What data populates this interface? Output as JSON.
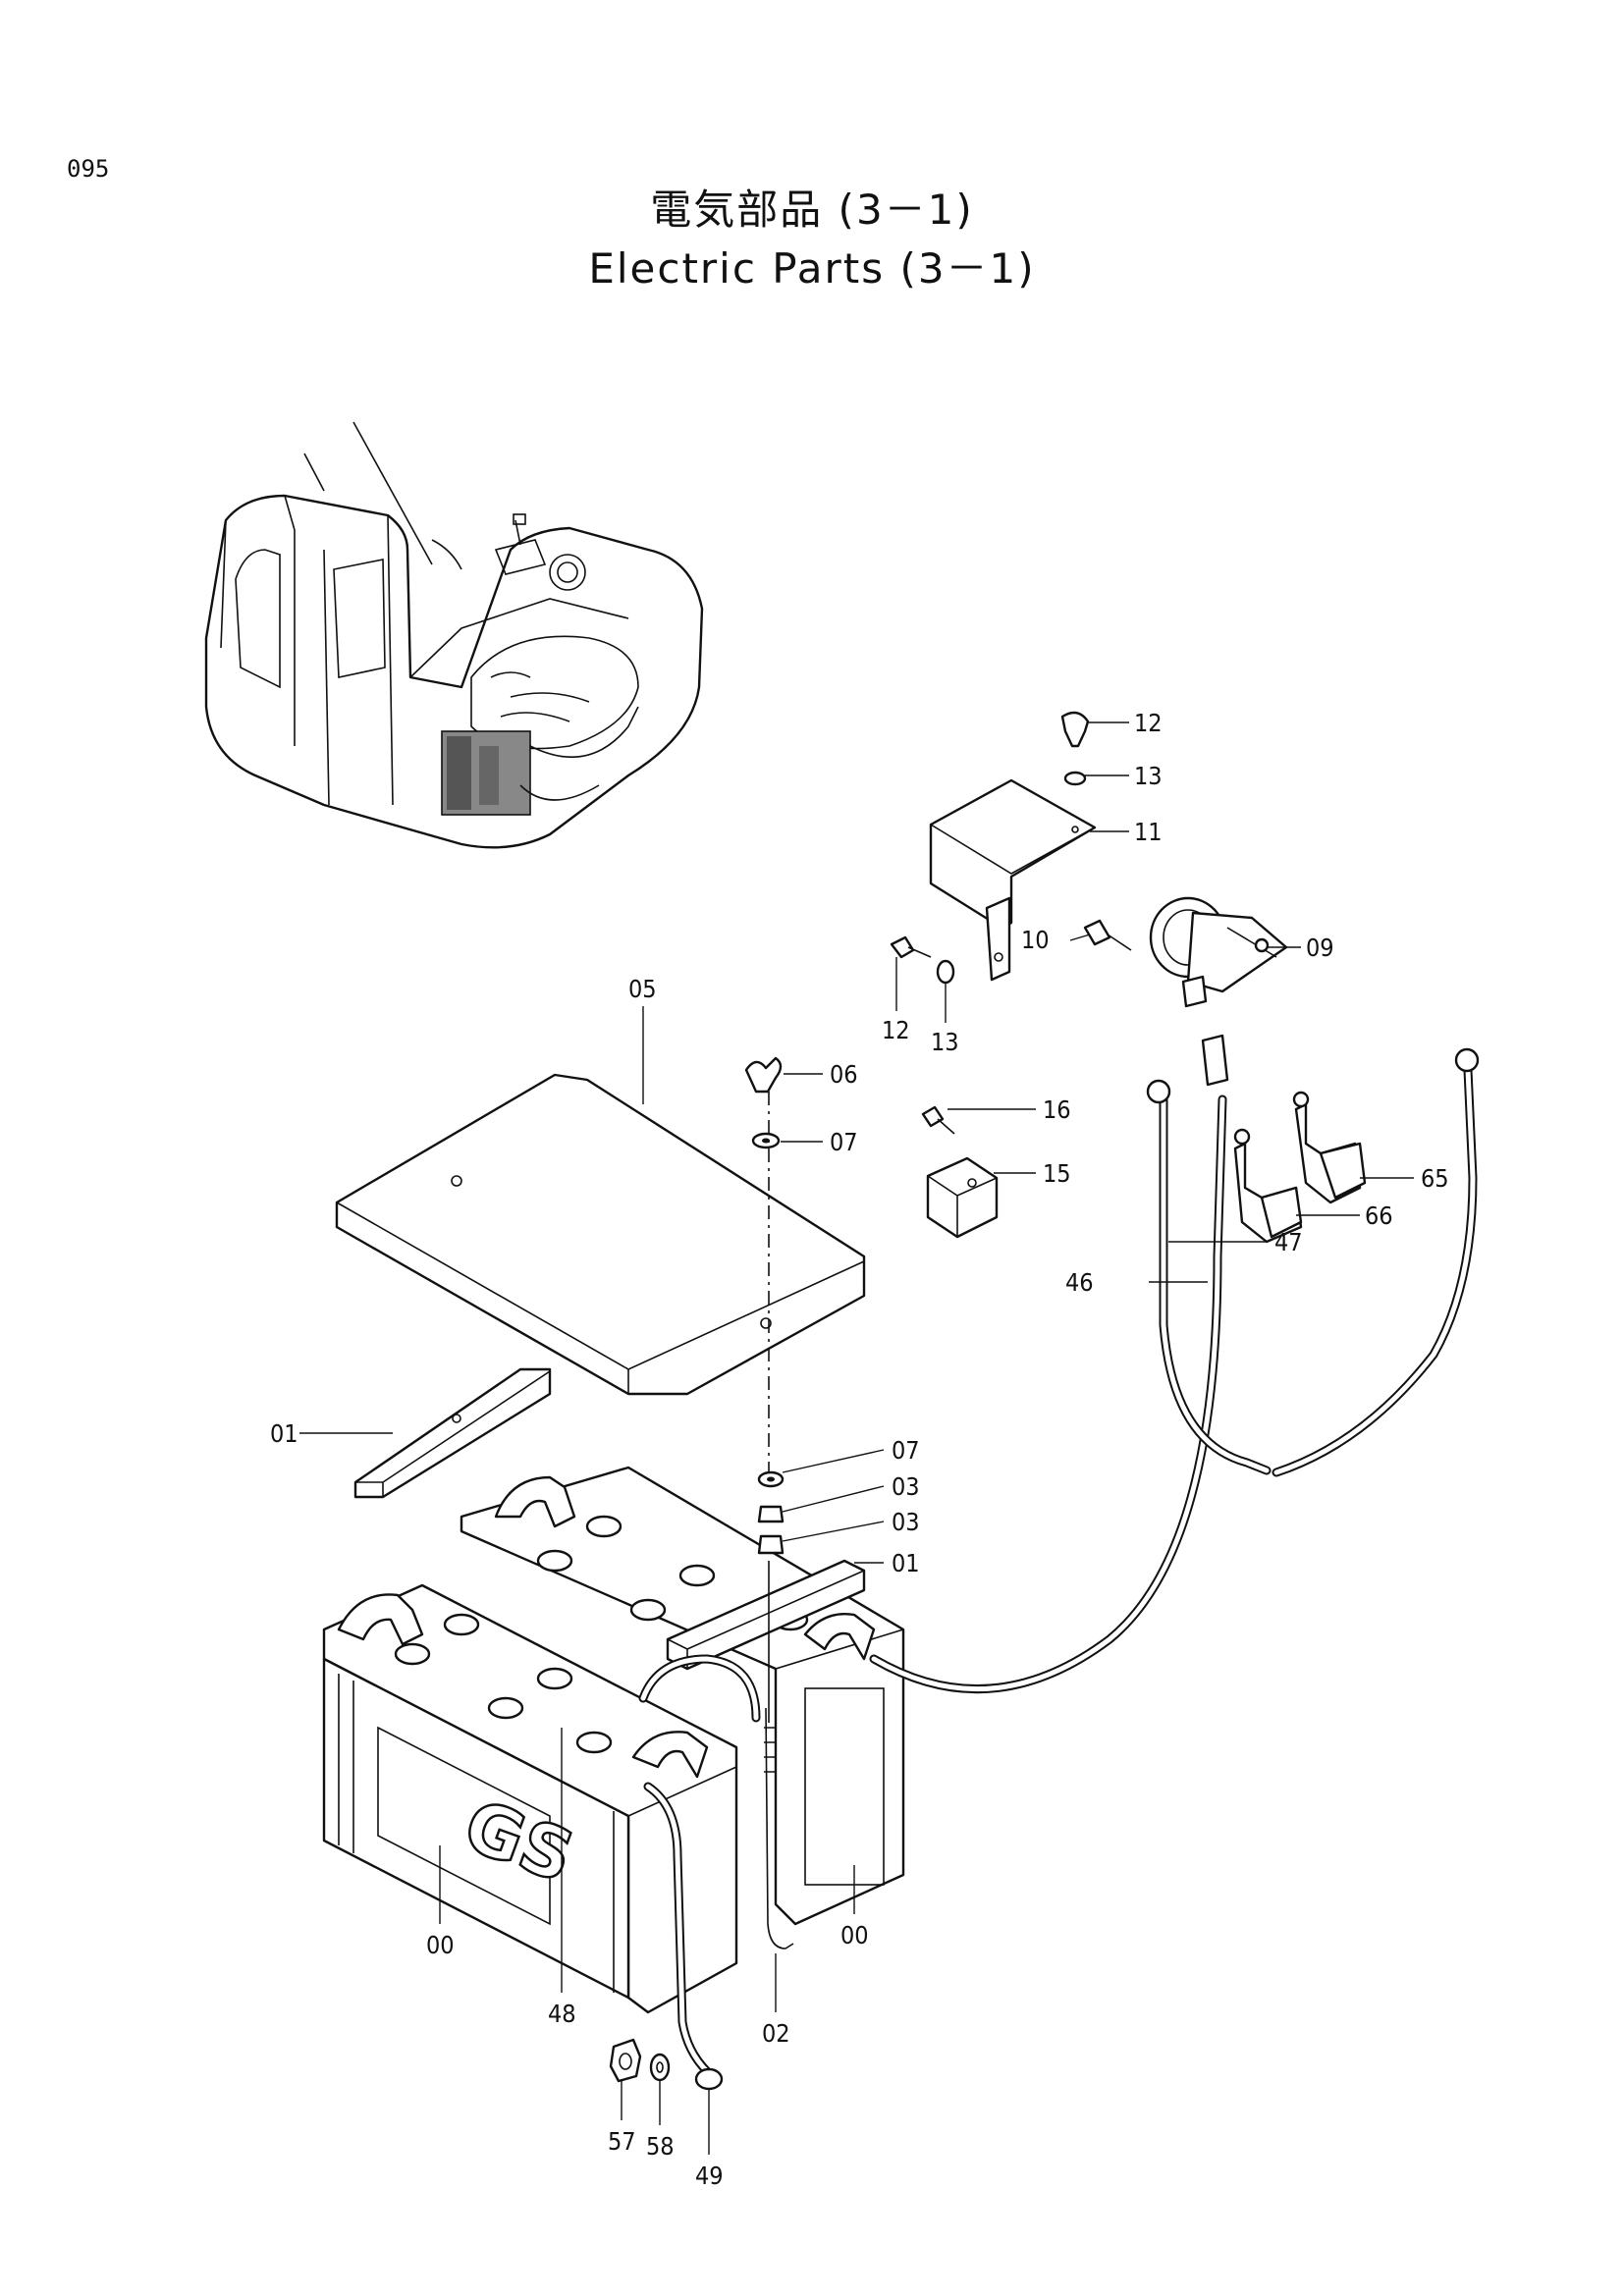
{
  "page_number": "095",
  "title_ja": "電気部品 (3－1)",
  "title_en": "Electric Parts (3－1)",
  "part_labels": {
    "p12a": "12",
    "p13a": "13",
    "p11": "11",
    "p10": "10",
    "p09": "09",
    "p12b": "12",
    "p13b": "13",
    "p05": "05",
    "p06": "06",
    "p07a": "07",
    "p16": "16",
    "p15": "15",
    "p65": "65",
    "p66": "66",
    "p47": "47",
    "p46": "46",
    "p01a": "01",
    "p07b": "07",
    "p03a": "03",
    "p03b": "03",
    "p01b": "01",
    "p00a": "00",
    "p00b": "00",
    "p48": "48",
    "p02": "02",
    "p57": "57",
    "p58": "58",
    "p49": "49"
  },
  "battery_logo": "GS"
}
